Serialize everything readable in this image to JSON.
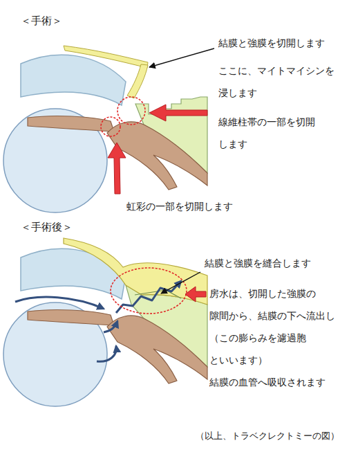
{
  "diagram": {
    "caption": "（以上、トラベクレクトミーの図）",
    "labels": [
      "＜手術＞",
      "結膜と強膜を切開します",
      "ここに、マイトマイシンを 浸します",
      "線維柱帯の一部を切開 します",
      "虹彩の一部を切開します",
      "＜手術後＞",
      "結膜と強膜を縫合します",
      "房水は、切開した強膜の 隙間から、結膜の下へ流出し （この膨らみを濾過胞 といいます） 結膜の血管へ吸収されます"
    ]
  }
}
